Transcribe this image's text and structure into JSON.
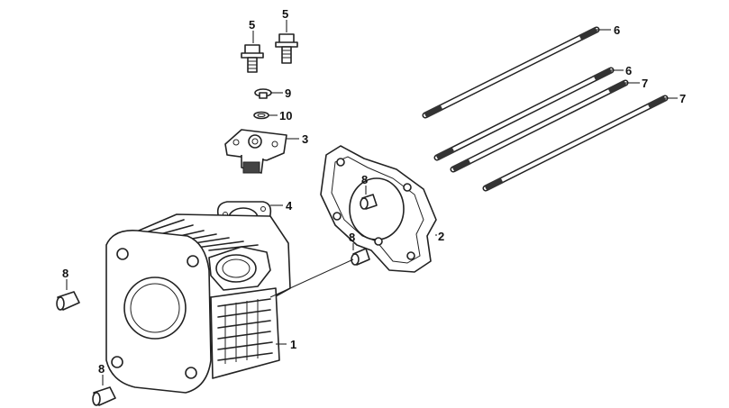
{
  "callouts": [
    {
      "id": "c1",
      "label": "1"
    },
    {
      "id": "c2",
      "label": "2"
    },
    {
      "id": "c3",
      "label": "3"
    },
    {
      "id": "c4",
      "label": "4"
    },
    {
      "id": "c5a",
      "label": "5"
    },
    {
      "id": "c5b",
      "label": "5"
    },
    {
      "id": "c6a",
      "label": "6"
    },
    {
      "id": "c6b",
      "label": "6"
    },
    {
      "id": "c7a",
      "label": "7"
    },
    {
      "id": "c7b",
      "label": "7"
    },
    {
      "id": "c8a",
      "label": "8"
    },
    {
      "id": "c8b",
      "label": "8"
    },
    {
      "id": "c8c",
      "label": "8"
    },
    {
      "id": "c8d",
      "label": "8"
    },
    {
      "id": "c9",
      "label": "9"
    },
    {
      "id": "c10",
      "label": "10"
    }
  ]
}
